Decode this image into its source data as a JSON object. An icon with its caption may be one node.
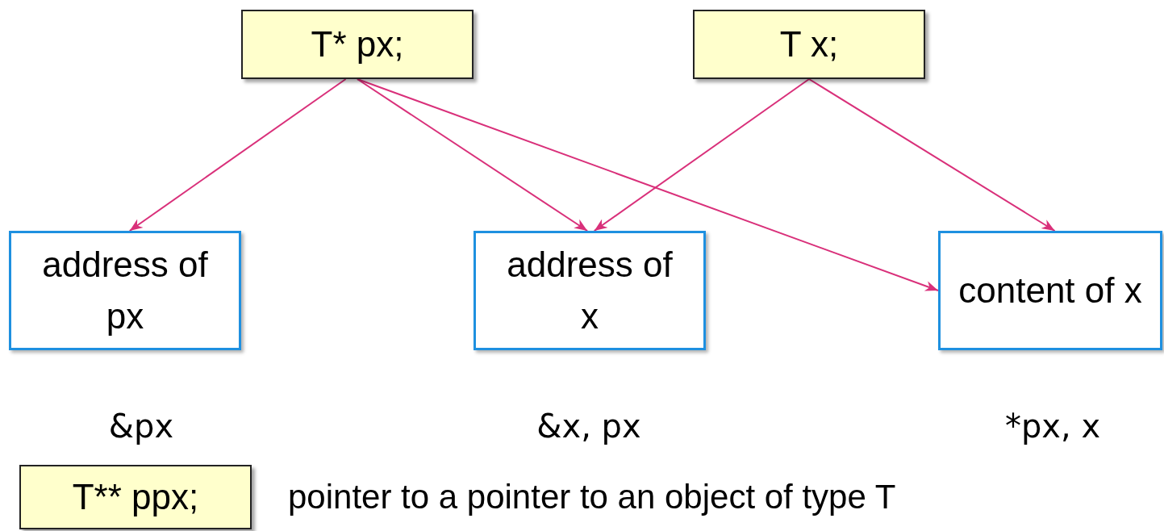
{
  "diagram": {
    "nodes": [
      {
        "text": [
          "T* px;"
        ]
      },
      {
        "text": [
          "T x;"
        ]
      },
      {
        "text": [
          "address of px"
        ]
      },
      {
        "text": [
          "address of x"
        ]
      },
      {
        "text": [
          "content of x"
        ]
      },
      {
        "text": [
          "T** ppx;"
        ],
        "beside": [
          "pointer to a pointer to an object of type T"
        ]
      }
    ],
    "edges": [
      {
        "from": 0,
        "to": 2,
        "arrow": "to"
      },
      {
        "from": 0,
        "to": 3,
        "arrow": "to"
      },
      {
        "from": 0,
        "to": 4,
        "arrow": "to"
      },
      {
        "from": 1,
        "to": 3,
        "arrow": "to"
      },
      {
        "from": 1,
        "to": 4,
        "arrow": "to"
      }
    ],
    "labels": [
      "&px",
      "&x, px",
      "*px, x"
    ]
  }
}
